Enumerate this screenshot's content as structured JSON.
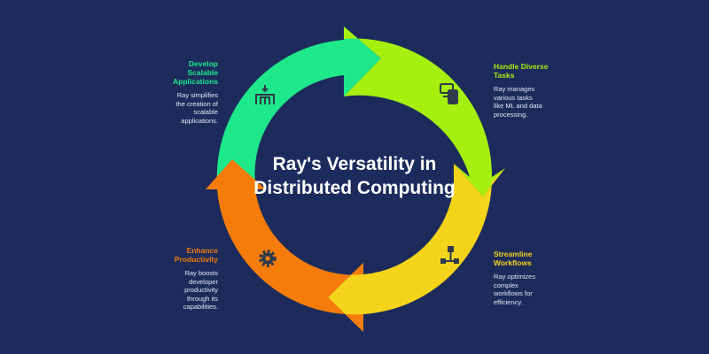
{
  "title_lines": [
    "Ray's Versatility in",
    "Distributed Computing"
  ],
  "colors": {
    "background": "#1c2b5c",
    "green": "#1fe88a",
    "lime": "#a6f00f",
    "yellow": "#f4d41a",
    "orange": "#f57c0a",
    "icon": "#2f3a4a"
  },
  "steps": [
    {
      "title_lines": [
        "Handle Diverse",
        "Tasks"
      ],
      "desc_lines": [
        "Ray manages",
        "various tasks",
        "like ML and data",
        "processing."
      ],
      "color": "#a6f00f",
      "icon": "devices-icon"
    },
    {
      "title_lines": [
        "Streamline",
        "Workflows"
      ],
      "desc_lines": [
        "Ray optimizes",
        "complex",
        "workflows for",
        "efficiency."
      ],
      "color": "#f4d41a",
      "icon": "workflow-icon"
    },
    {
      "title_lines": [
        "Enhance",
        "Productivity"
      ],
      "desc_lines": [
        "Ray boosts",
        "developer",
        "productivity",
        "through its",
        "capabilities."
      ],
      "color": "#f57c0a",
      "icon": "gear-icon"
    },
    {
      "title_lines": [
        "Develop",
        "Scalable",
        "Applications"
      ],
      "desc_lines": [
        "Ray simplifies",
        "the creation of",
        "scalable",
        "applications."
      ],
      "color": "#1fe88a",
      "icon": "scale-up-icon"
    }
  ]
}
